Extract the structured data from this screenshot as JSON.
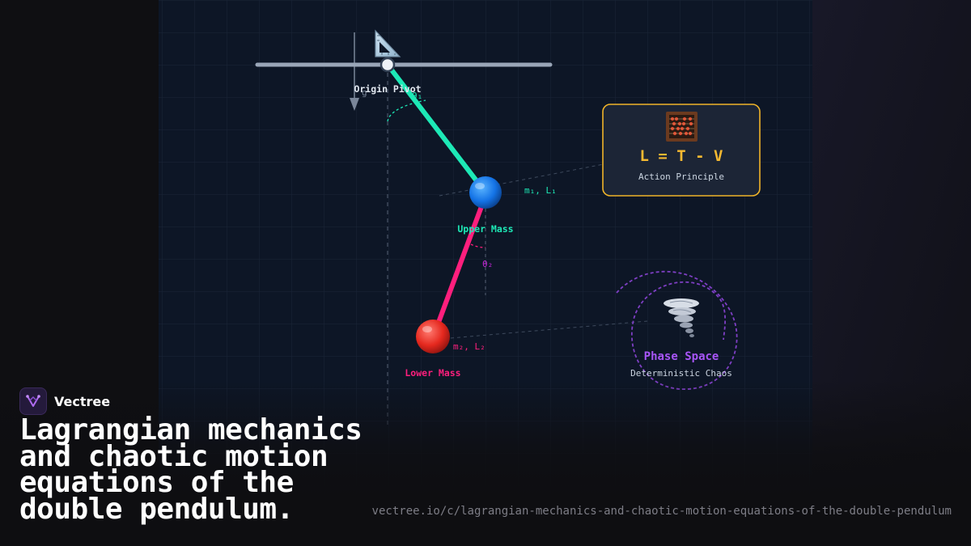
{
  "diagram": {
    "pivot_label": "Origin Pivot",
    "upper_mass_label": "Upper Mass",
    "upper_mass_params": "m₁, L₁",
    "lower_mass_label": "Lower Mass",
    "lower_mass_params": "m₂, L₂",
    "theta1_label": "θ₁",
    "theta2_label": "θ₂",
    "gravity_label": "g",
    "lagrangian_card": {
      "icon": "abacus-icon",
      "equation": "L = T - V",
      "caption": "Action Principle"
    },
    "phase_space": {
      "icon": "tornado-icon",
      "title": "Phase Space",
      "caption": "Deterministic Chaos"
    },
    "colors": {
      "upper_rod": "#1de9b6",
      "lower_rod": "#ff1f7d",
      "card_border": "#f0b429",
      "equation": "#f5b931",
      "phase_title": "#a855f7"
    }
  },
  "brand": {
    "logo_icon": "vectree-logo-icon",
    "name": "Vectree"
  },
  "headline": "Lagrangian mechanics and chaotic motion equations of the double pendulum.",
  "url": "vectree.io/c/lagrangian-mechanics-and-chaotic-motion-equations-of-the-double-pendulum"
}
